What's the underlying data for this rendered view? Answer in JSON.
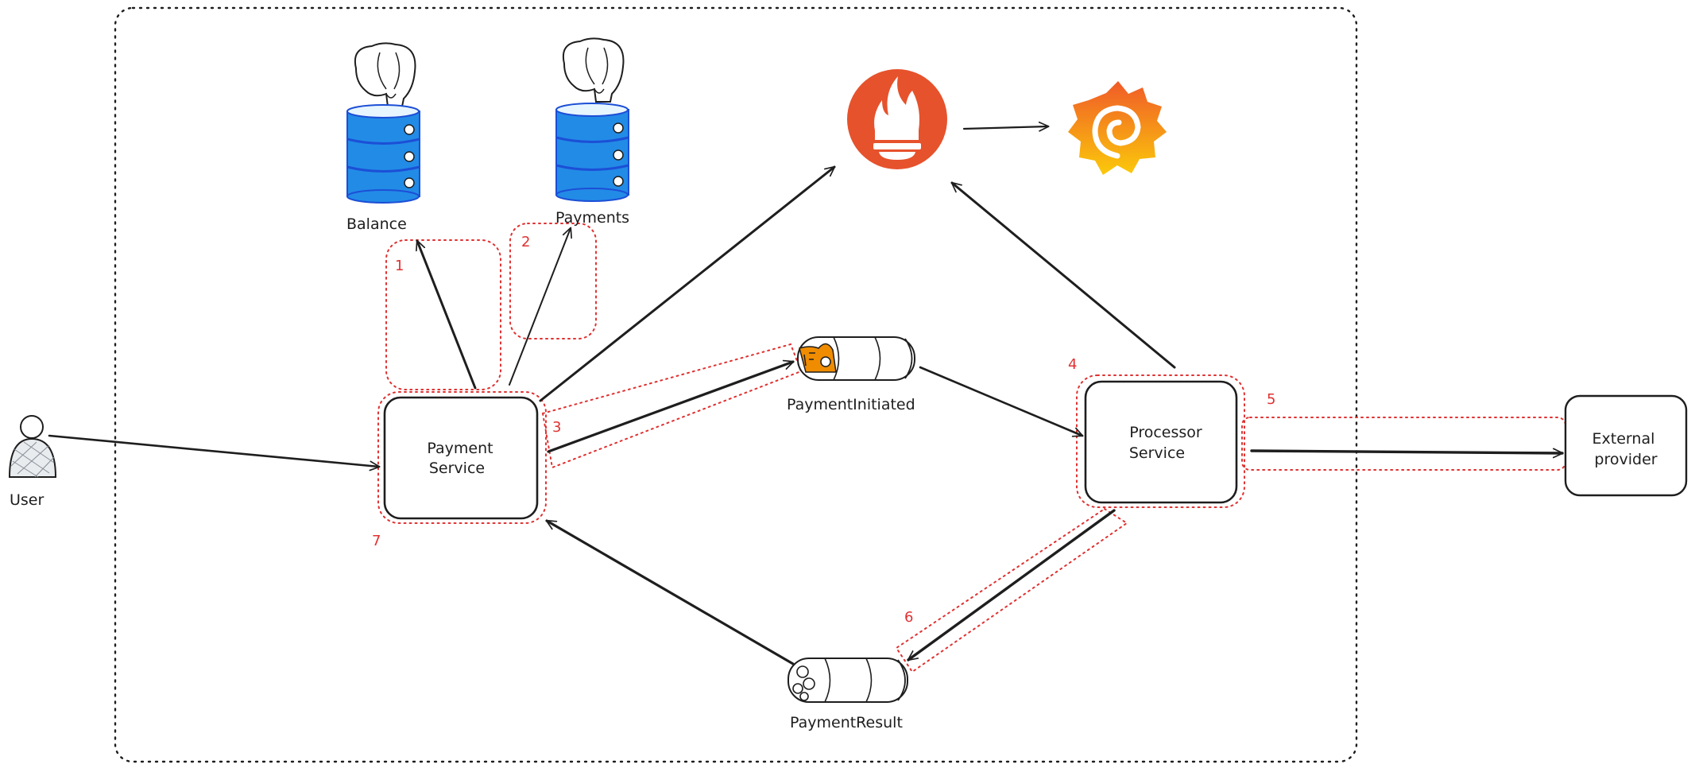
{
  "diagram": {
    "nodes": {
      "user": "User",
      "payment_service": [
        "Payment",
        "Service"
      ],
      "processor_service": [
        "Processor",
        "Service"
      ],
      "external_provider": [
        "External",
        "provider"
      ],
      "balance_db": "Balance",
      "payments_db": "Payments",
      "payment_initiated_topic": "PaymentInitiated",
      "payment_result_topic": "PaymentResult"
    },
    "step_markers": [
      "1",
      "2",
      "3",
      "4",
      "5",
      "6",
      "7"
    ],
    "icons": {
      "database": "postgresql-database-icon",
      "metrics": "prometheus-icon",
      "dashboard": "grafana-icon",
      "queue": "kafka-topic-icon"
    },
    "colors": {
      "stroke": "#1e1e1e",
      "highlight": "#e03131",
      "db_blue": "#228be6",
      "db_blue_dark": "#1c4fd6",
      "prometheus": "#e6522c",
      "grafana_top": "#f05a28",
      "grafana_bottom": "#fbca0a",
      "kafka_orange": "#f08c00"
    }
  }
}
